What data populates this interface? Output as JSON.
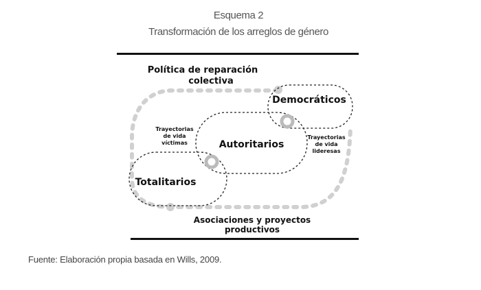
{
  "title": {
    "line1": "Esquema 2",
    "line2": "Transformación de los arreglos de género"
  },
  "diagram": {
    "top_label": {
      "line1": "Política de  reparación",
      "line2": "colectiva"
    },
    "bottom_label": {
      "line1": "Asociaciones y proyectos",
      "line2": "productivos"
    },
    "regimes": {
      "democratic": "Democráticos",
      "authoritarian": "Autoritarios",
      "totalitarian": "Totalitarios"
    },
    "left_note": {
      "line1": "Trayectorias",
      "line2": "de vida",
      "line3": "víctimas"
    },
    "right_note": {
      "line1": "Trayectorias",
      "line2": "de vida",
      "line3": "lideresas"
    },
    "colors": {
      "loop": "#d0d0d0",
      "outline": "#222222"
    }
  },
  "source": "Fuente: Elaboración propia basada en Wills, 2009."
}
